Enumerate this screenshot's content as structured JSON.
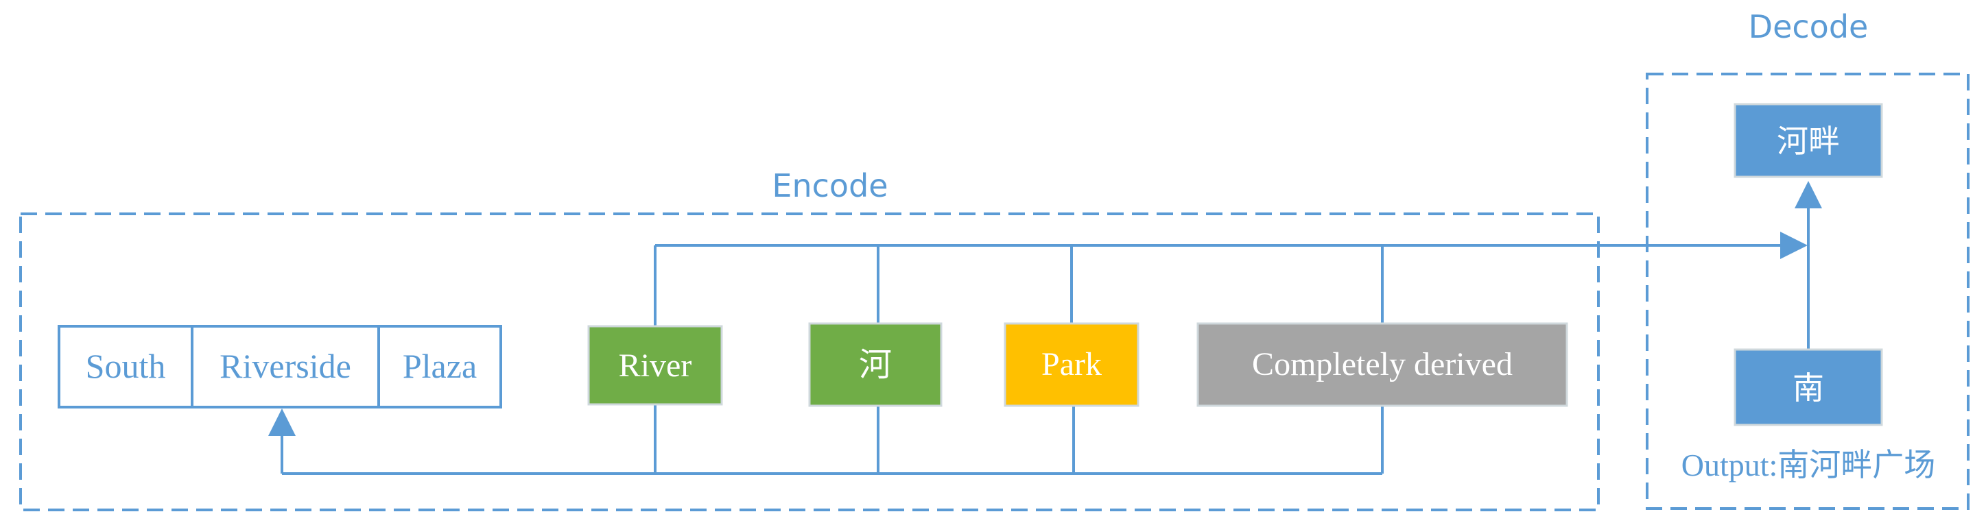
{
  "encode": {
    "title": "Encode",
    "input_tokens": [
      "South",
      "Riverside",
      "Plaza"
    ],
    "candidates": [
      {
        "label": "River",
        "color": "#70ad47"
      },
      {
        "label": "河",
        "color": "#70ad47"
      },
      {
        "label": "Park",
        "color": "#ffc000"
      },
      {
        "label": "Completely derived",
        "color": "#a5a5a5"
      }
    ]
  },
  "decode": {
    "title": "Decode",
    "output_top": "河畔",
    "output_bottom": "南",
    "output_label": "Output:南河畔广场"
  },
  "colors": {
    "frame": "#5b9bd5",
    "box_fill": "#5b9bd5",
    "text_on_fill": "#ffffff"
  }
}
